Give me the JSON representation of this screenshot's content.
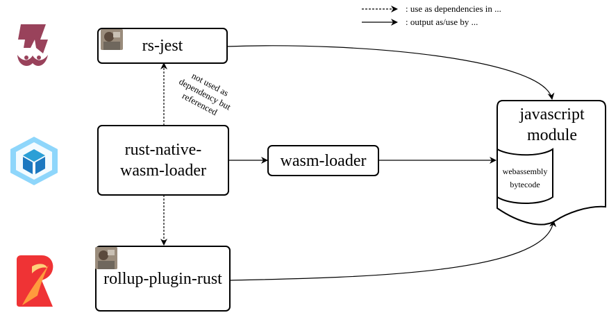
{
  "legend": {
    "dashed_label": ": use as dependencies in ...",
    "solid_label": ": output as/use by ..."
  },
  "nodes": {
    "rs_jest": "rs-jest",
    "rust_native_wasm_loader": "rust-native-\nwasm-loader",
    "wasm_loader": "wasm-loader",
    "rollup_plugin_rust": "rollup-plugin-rust"
  },
  "output": {
    "title": "javascript\nmodule",
    "inner": "webassembly\nbytecode"
  },
  "annotation": "not used as\ndependency but\nreferenced",
  "logos": [
    {
      "icon": "jest-logo",
      "color": "#99425b"
    },
    {
      "icon": "webpack-logo",
      "color": "#8ed6fb"
    },
    {
      "icon": "rollup-logo",
      "color": "#ef3335"
    }
  ],
  "thumbnails": [
    {
      "icon": "rs-jest-avatar-icon"
    },
    {
      "icon": "rollup-plugin-rust-avatar-icon"
    }
  ]
}
